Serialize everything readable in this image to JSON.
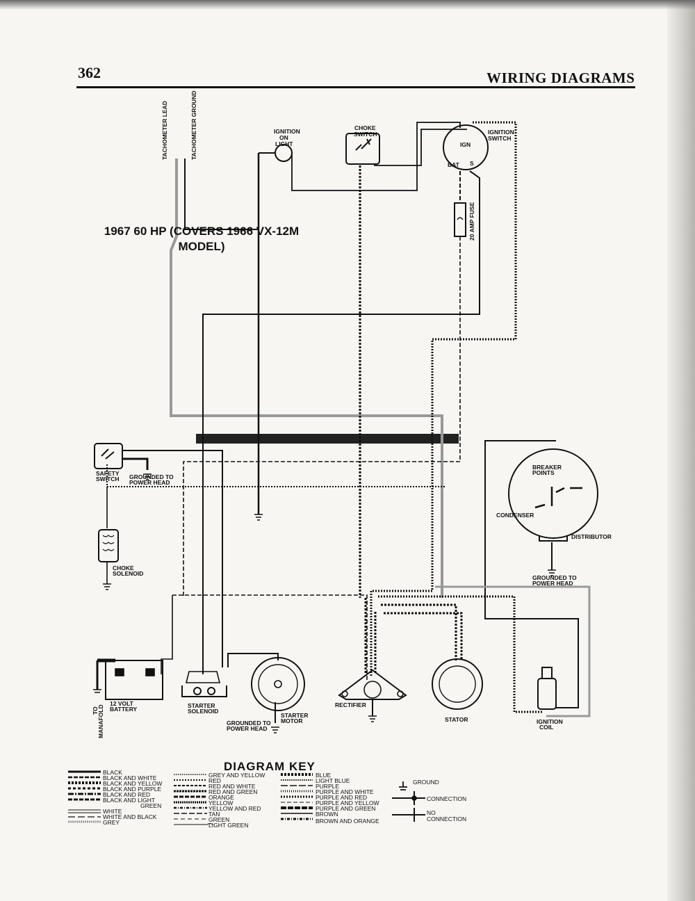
{
  "header": {
    "page_number": "362",
    "running_head": "WIRING DIAGRAMS"
  },
  "title": {
    "line1": "1967 60 HP (COVERS 1966 VX-12M",
    "line2": "MODEL)"
  },
  "components": {
    "tachometer_lead": "TACHOMETER LEAD",
    "tachometer_ground": "TACHOMETER GROUND",
    "ignition_on_light": [
      "IGNITION",
      "ON",
      "LIGHT"
    ],
    "choke_switch": [
      "CHOKE",
      "SWITCH"
    ],
    "ignition_switch": [
      "IGNITION",
      "SWITCH"
    ],
    "ign": "IGN",
    "bat": "BAT",
    "s": "S",
    "fuse": "20 AMP FUSE",
    "safety_switch": [
      "SAFETY",
      "SWITCH"
    ],
    "grounded_power_head_1": [
      "GROUNDED TO",
      "POWER HEAD"
    ],
    "choke_solenoid": [
      "CHOKE",
      "SOLENOID"
    ],
    "breaker_points": [
      "BREAKER",
      "POINTS"
    ],
    "condenser": "CONDENSER",
    "distributor": "DISTRIBUTOR",
    "grounded_power_head_2": [
      "GROUNDED TO",
      "POWER HEAD"
    ],
    "to_manafold": [
      "TO",
      "MANAFOLD"
    ],
    "battery": [
      "12 VOLT",
      "BATTERY"
    ],
    "starter_solenoid": [
      "STARTER",
      "SOLENOID"
    ],
    "grounded_power_head_3": [
      "GROUNDED TO",
      "POWER HEAD"
    ],
    "starter_motor": [
      "STARTER",
      "MOTOR"
    ],
    "rectifier": "RECTIFIER",
    "stator": "STATOR",
    "ignition_coil": [
      "IGNITION",
      "COIL"
    ]
  },
  "key": {
    "title": "DIAGRAM KEY",
    "col1": [
      "BLACK",
      "BLACK AND WHITE",
      "BLACK AND YELLOW",
      "BLACK AND PURPLE",
      "BLACK AND RED",
      "BLACK AND LIGHT",
      "GREEN",
      "WHITE",
      "WHITE AND BLACK",
      "GREY"
    ],
    "col2": [
      "GREY AND YELLOW",
      "RED",
      "RED AND WHITE",
      "RED AND GREEN",
      "ORANGE",
      "YELLOW",
      "YELLOW AND RED",
      "TAN",
      "GREEN",
      "LIGHT GREEN"
    ],
    "col3": [
      "BLUE",
      "LIGHT BLUE",
      "PURPLE",
      "PURPLE AND WHITE",
      "PURPLE AND RED",
      "PURPLE AND YELLOW",
      "PURPLE AND GREEN",
      "BROWN",
      "BROWN AND ORANGE"
    ],
    "col4": [
      "GROUND",
      "CONNECTION",
      "NO",
      "CONNECTION"
    ]
  },
  "colors": {
    "ink": "#111111",
    "grey_wire": "#9a9a9a",
    "paper": "#f7f6f3"
  }
}
